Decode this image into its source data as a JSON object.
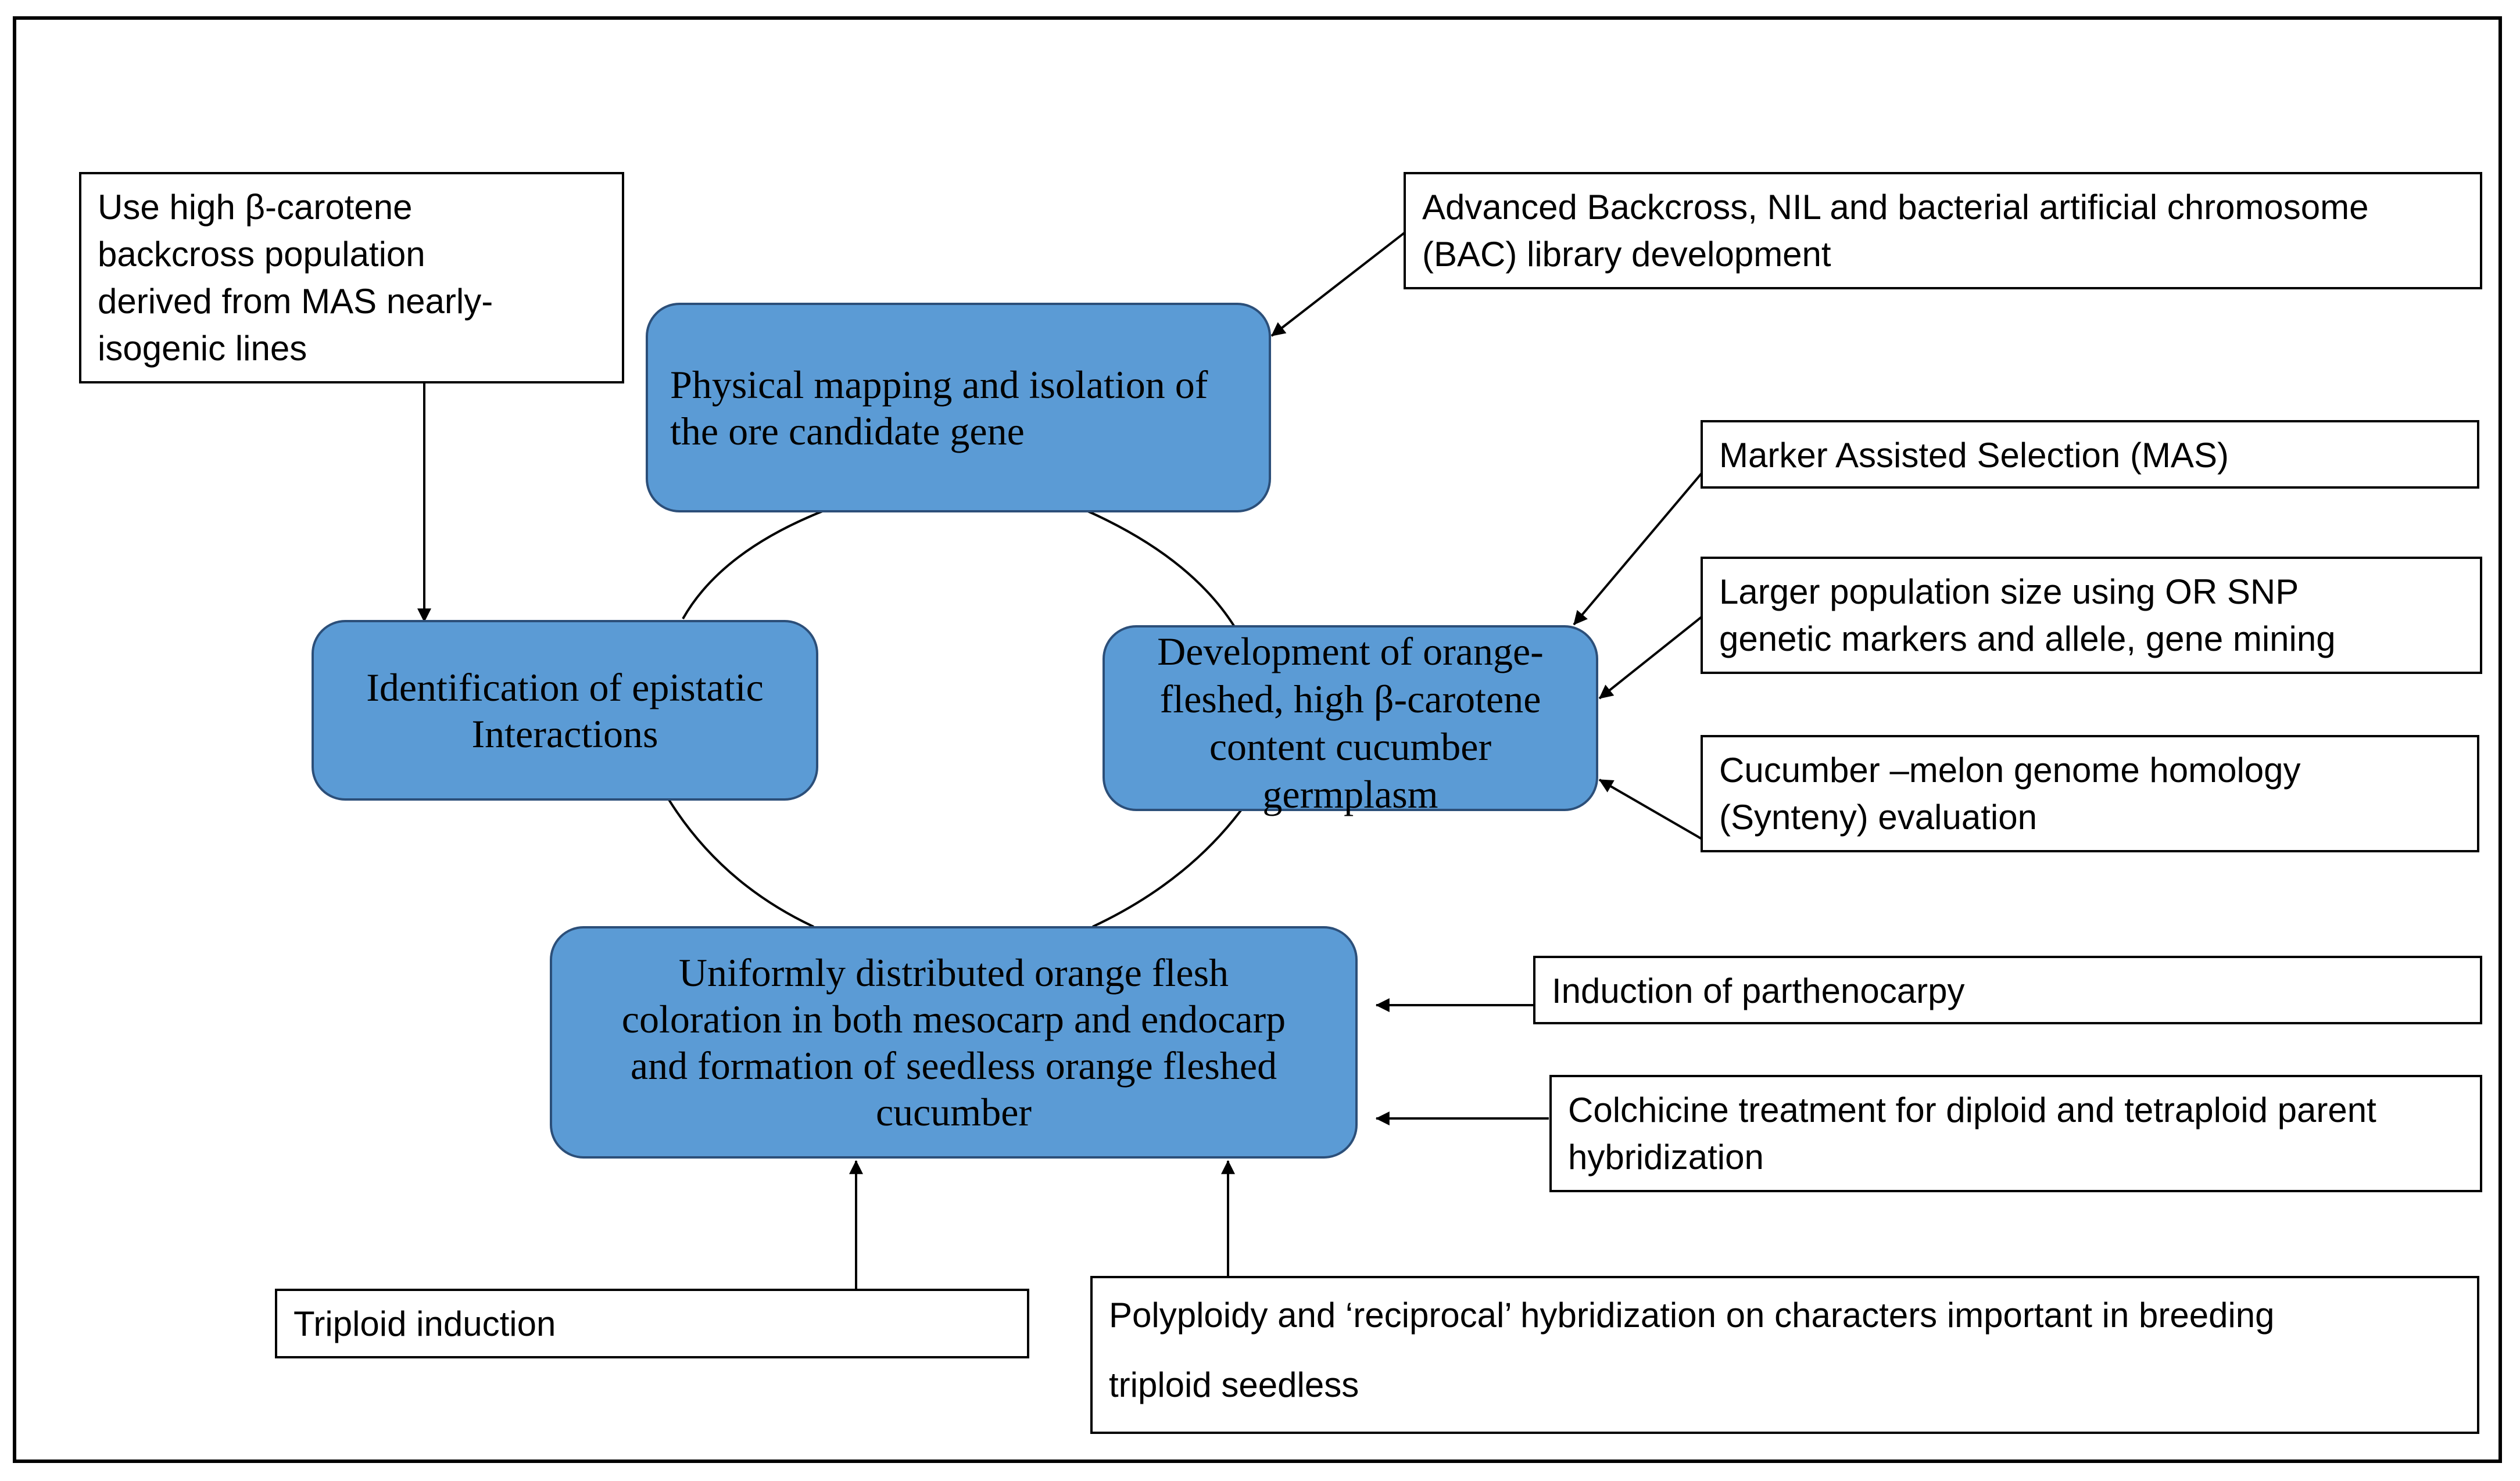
{
  "nodes": {
    "physical_mapping": "Physical mapping and isolation of\nthe ore candidate gene",
    "epistatic": "Identification of epistatic\nInteractions",
    "development": "Development  of orange-\nfleshed, high β-carotene\ncontent  cucumber\ngermplasm",
    "uniform": "Uniformly distributed orange flesh\ncoloration in both mesocarp and endocarp\nand formation of seedless orange fleshed\ncucumber"
  },
  "inputs": {
    "backcross_population": "Use high β-carotene\nbackcross population\nderived from MAS nearly-\nisogenic lines",
    "advanced_backcross": "Advanced  Backcross, NIL and bacterial artificial chromosome\n(BAC) library development",
    "mas": "Marker Assisted Selection (MAS)",
    "larger_population": "Larger population  size using OR SNP\n genetic markers and allele, gene mining",
    "synteny": "Cucumber –melon genome homology\n(Synteny) evaluation",
    "parthenocarpy": "Induction of parthenocarpy",
    "colchicine": "Colchicine  treatment for  diploid and tetraploid parent\nhybridization",
    "triploid": "Triploid induction",
    "polyploidy": "Polyploidy and ‘reciprocal’ hybridization on characters important in breeding\ntriploid seedless"
  }
}
